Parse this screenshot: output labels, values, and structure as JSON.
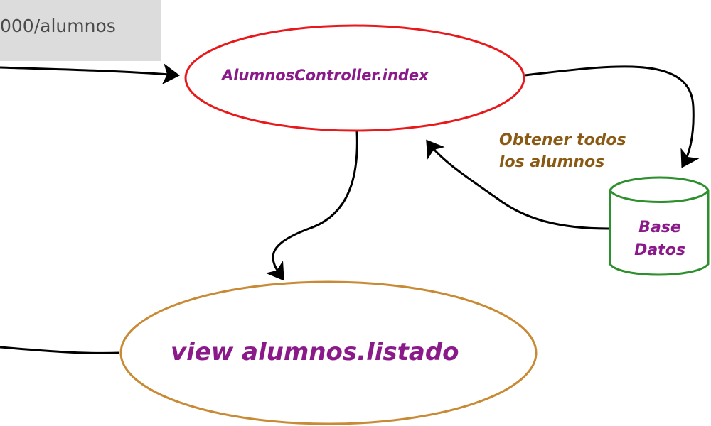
{
  "url": {
    "text": "000/alumnos"
  },
  "nodes": {
    "controller": {
      "label": "AlumnosController.index"
    },
    "view": {
      "label": "view alumnos.listado"
    },
    "database": {
      "line1": "Base",
      "line2": "Datos"
    }
  },
  "note": {
    "line1": "Obtener todos",
    "line2": "los alumnos"
  },
  "colors": {
    "controller_border": "#e8181b",
    "view_border": "#c88a34",
    "database_border": "#2e8f2e",
    "node_text": "#8a1a8a",
    "note_text": "#8a5a14",
    "arrow": "#000000",
    "url_background": "#dcdcdc"
  }
}
